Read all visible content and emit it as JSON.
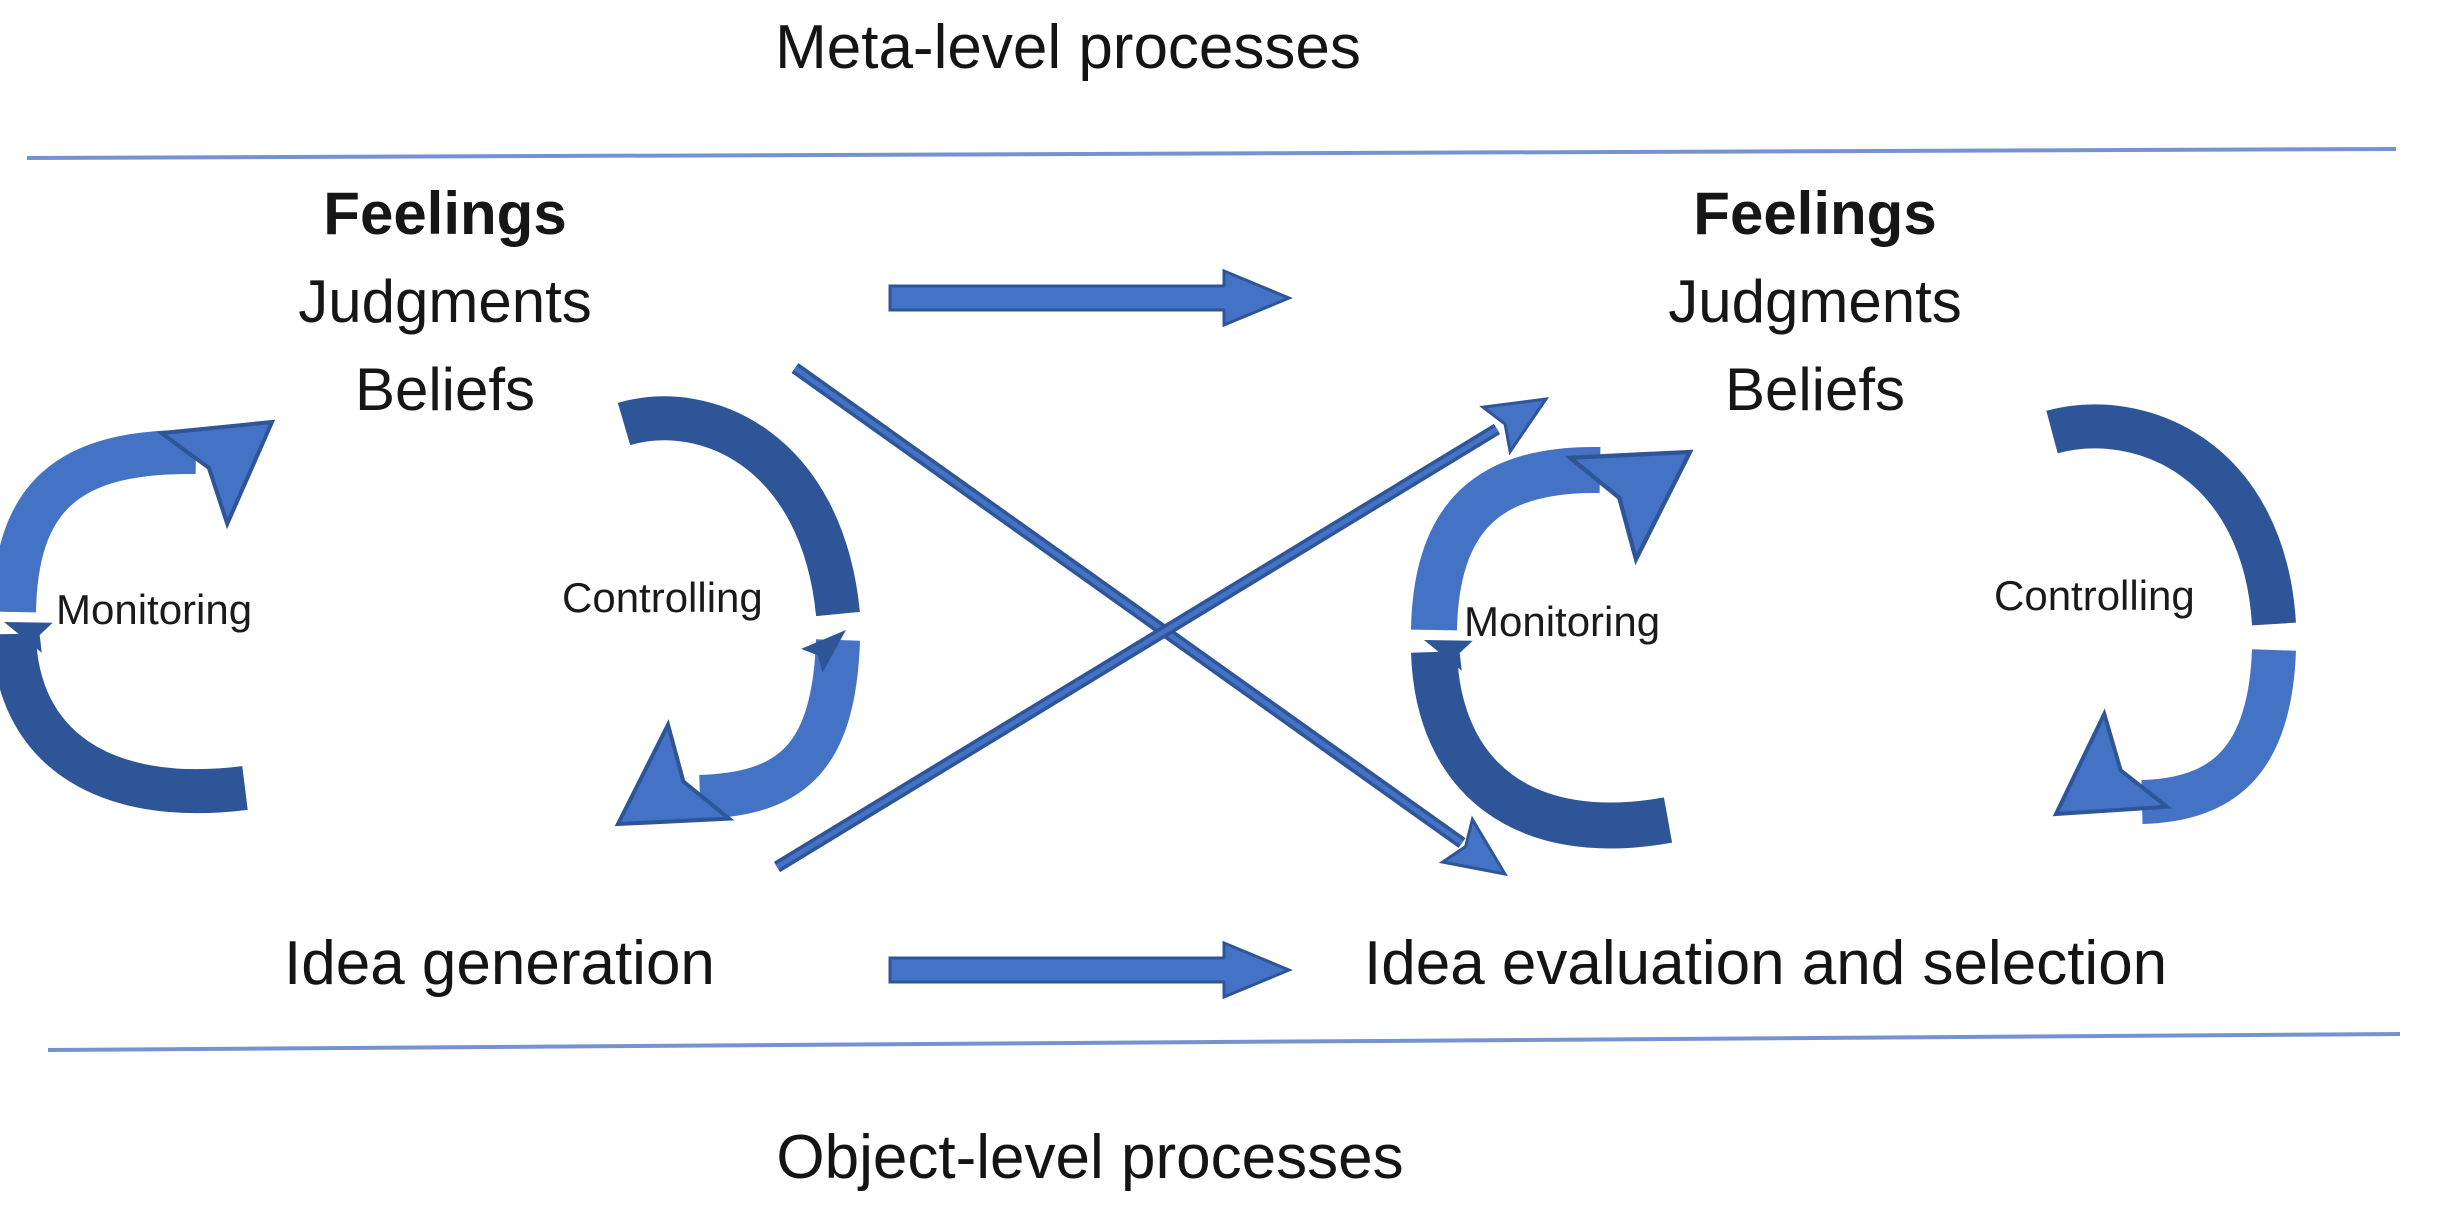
{
  "titles": {
    "meta": "Meta-level processes",
    "object": "Object-level processes"
  },
  "meta_level": {
    "left": {
      "lines": [
        "Feelings",
        "Judgments",
        "Beliefs"
      ]
    },
    "right": {
      "lines": [
        "Feelings",
        "Judgments",
        "Beliefs"
      ]
    }
  },
  "cycles": {
    "monitoring_left": {
      "label": "Monitoring"
    },
    "controlling_left": {
      "label": "Controlling"
    },
    "monitoring_right": {
      "label": "Monitoring"
    },
    "controlling_right": {
      "label": "Controlling"
    }
  },
  "object_level": {
    "generation": "Idea generation",
    "evaluation": "Idea evaluation and selection"
  },
  "colors": {
    "arrow_light": "#4472C4",
    "arrow_dark": "#2E5597",
    "divider": "#7693D1",
    "text": "#161616"
  }
}
